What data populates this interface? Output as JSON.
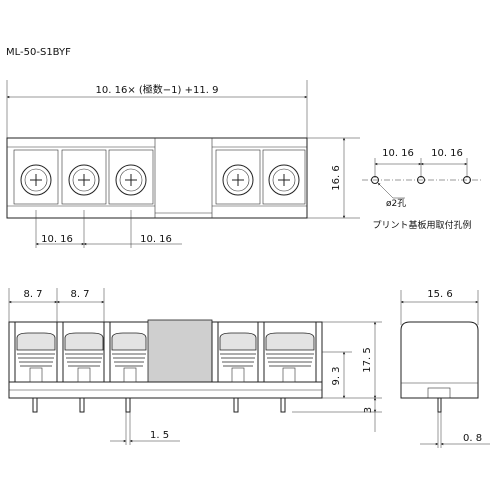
{
  "model": "ML-50-S1BYF",
  "top_view": {
    "overall_width_formula": "10. 16× (極数−1) +11. 9",
    "depth": "16. 6",
    "pitch_left": "10. 16",
    "pitch_right": "10. 16"
  },
  "pcb_layout": {
    "pitch_1": "10. 16",
    "pitch_2": "10. 16",
    "hole_label": "ø2孔",
    "caption": "プリント基板用取付孔例"
  },
  "front_view": {
    "width_a": "8. 7",
    "width_b": "8. 7",
    "height_total": "17. 5",
    "height_mid": "9. 3",
    "pin_length": "3",
    "pin_width": "1. 5"
  },
  "side_view": {
    "depth": "15. 6",
    "pin_thickness": "0. 8"
  }
}
